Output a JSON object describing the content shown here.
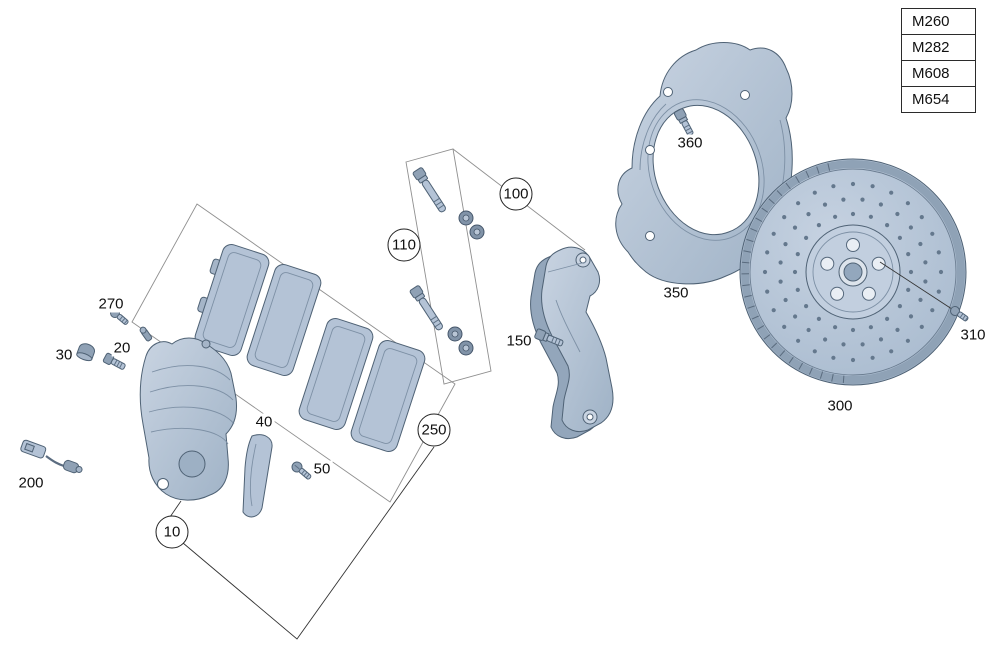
{
  "diagram_title": "front-brake-exploded-parts-diagram",
  "engine_code_table": {
    "codes": [
      "M260",
      "M282",
      "M608",
      "M654"
    ]
  },
  "callouts": [
    {
      "id": "brake-caliper-assembly",
      "label": "10",
      "circled": true
    },
    {
      "id": "guide-bolt",
      "label": "20",
      "circled": false
    },
    {
      "id": "dust-cap",
      "label": "30",
      "circled": false
    },
    {
      "id": "pad-retainer-plate",
      "label": "40",
      "circled": false
    },
    {
      "id": "retainer-screw",
      "label": "50",
      "circled": false
    },
    {
      "id": "caliper-carrier-kit",
      "label": "100",
      "circled": true
    },
    {
      "id": "guide-pin-repair-kit",
      "label": "110",
      "circled": true
    },
    {
      "id": "carrier-bolt",
      "label": "150",
      "circled": false
    },
    {
      "id": "pad-wear-sensor",
      "label": "200",
      "circled": false
    },
    {
      "id": "brake-pad-set",
      "label": "250",
      "circled": false
    },
    {
      "id": "bleeder-screw",
      "label": "270",
      "circled": false
    },
    {
      "id": "brake-disc",
      "label": "300",
      "circled": false
    },
    {
      "id": "disc-set-screw",
      "label": "310",
      "circled": false
    },
    {
      "id": "splash-shield",
      "label": "350",
      "circled": false
    },
    {
      "id": "shield-bolt",
      "label": "360",
      "circled": false
    }
  ],
  "colors": {
    "background": "#ffffff",
    "part_fill_light": "#c9d4e2",
    "part_fill_base": "#aebdd0",
    "part_fill_dark": "#8fa1b5",
    "part_stroke": "#4f6275",
    "group_line": "#8f8f8f",
    "label_text": "#111111",
    "table_border": "#2b2b2b"
  }
}
